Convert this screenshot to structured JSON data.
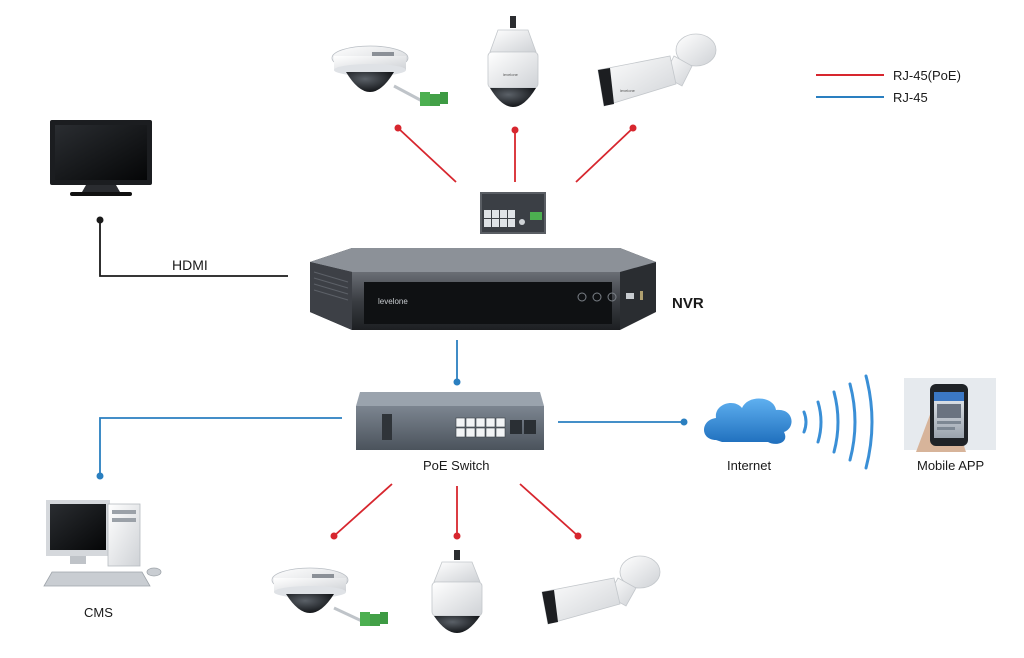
{
  "legend": {
    "poe_label": "RJ-45(PoE)",
    "rj45_label": "RJ-45",
    "poe_color": "#d7262e",
    "rj45_color": "#2a7fc0"
  },
  "labels": {
    "hdmi": "HDMI",
    "nvr": "NVR",
    "poe_switch": "PoE Switch",
    "internet": "Internet",
    "mobile_app": "Mobile APP",
    "cms": "CMS"
  },
  "brand": "levelone",
  "colors": {
    "hdmi_line": "#1a1a1a",
    "cloud": "#3a8fd6",
    "wifi": "#3a8fd6"
  },
  "icons": [
    "tv-monitor-icon",
    "dome-camera-icon",
    "speed-dome-camera-icon",
    "bullet-camera-icon",
    "nvr-icon",
    "poe-switch-icon",
    "cloud-icon",
    "wifi-waves-icon",
    "smartphone-icon",
    "desktop-pc-icon"
  ]
}
